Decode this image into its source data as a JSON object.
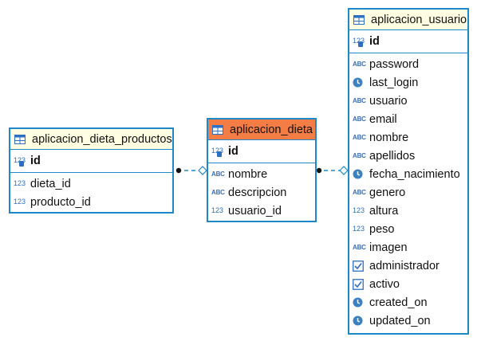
{
  "entities": {
    "productos": {
      "title": "aplicacion_dieta_productos",
      "pk": {
        "type": "pk",
        "name": "id"
      },
      "attributes": [
        {
          "type": "number",
          "name": "dieta_id"
        },
        {
          "type": "number",
          "name": "producto_id"
        }
      ]
    },
    "dieta": {
      "title": "aplicacion_dieta",
      "pk": {
        "type": "pk",
        "name": "id"
      },
      "attributes": [
        {
          "type": "text",
          "name": "nombre"
        },
        {
          "type": "text",
          "name": "descripcion"
        },
        {
          "type": "number",
          "name": "usuario_id"
        }
      ]
    },
    "usuario": {
      "title": "aplicacion_usuario",
      "pk": {
        "type": "pk",
        "name": "id"
      },
      "attributes": [
        {
          "type": "text",
          "name": "password"
        },
        {
          "type": "datetime",
          "name": "last_login"
        },
        {
          "type": "text",
          "name": "usuario"
        },
        {
          "type": "text",
          "name": "email"
        },
        {
          "type": "text",
          "name": "nombre"
        },
        {
          "type": "text",
          "name": "apellidos"
        },
        {
          "type": "datetime",
          "name": "fecha_nacimiento"
        },
        {
          "type": "text",
          "name": "genero"
        },
        {
          "type": "number",
          "name": "altura"
        },
        {
          "type": "number",
          "name": "peso"
        },
        {
          "type": "text",
          "name": "imagen"
        },
        {
          "type": "boolean",
          "name": "administrador"
        },
        {
          "type": "boolean",
          "name": "activo"
        },
        {
          "type": "datetime",
          "name": "created_on"
        },
        {
          "type": "datetime",
          "name": "updated_on"
        }
      ]
    }
  },
  "icons": {
    "text": "ABC",
    "number": "123",
    "pk": "123",
    "table": "table-icon",
    "datetime": "clock-icon",
    "boolean": "checkbox-icon"
  },
  "colors": {
    "border": "#1e88c8",
    "header": "#fffde2",
    "header_selected": "#f47c45",
    "connector": "#1e88c8"
  }
}
